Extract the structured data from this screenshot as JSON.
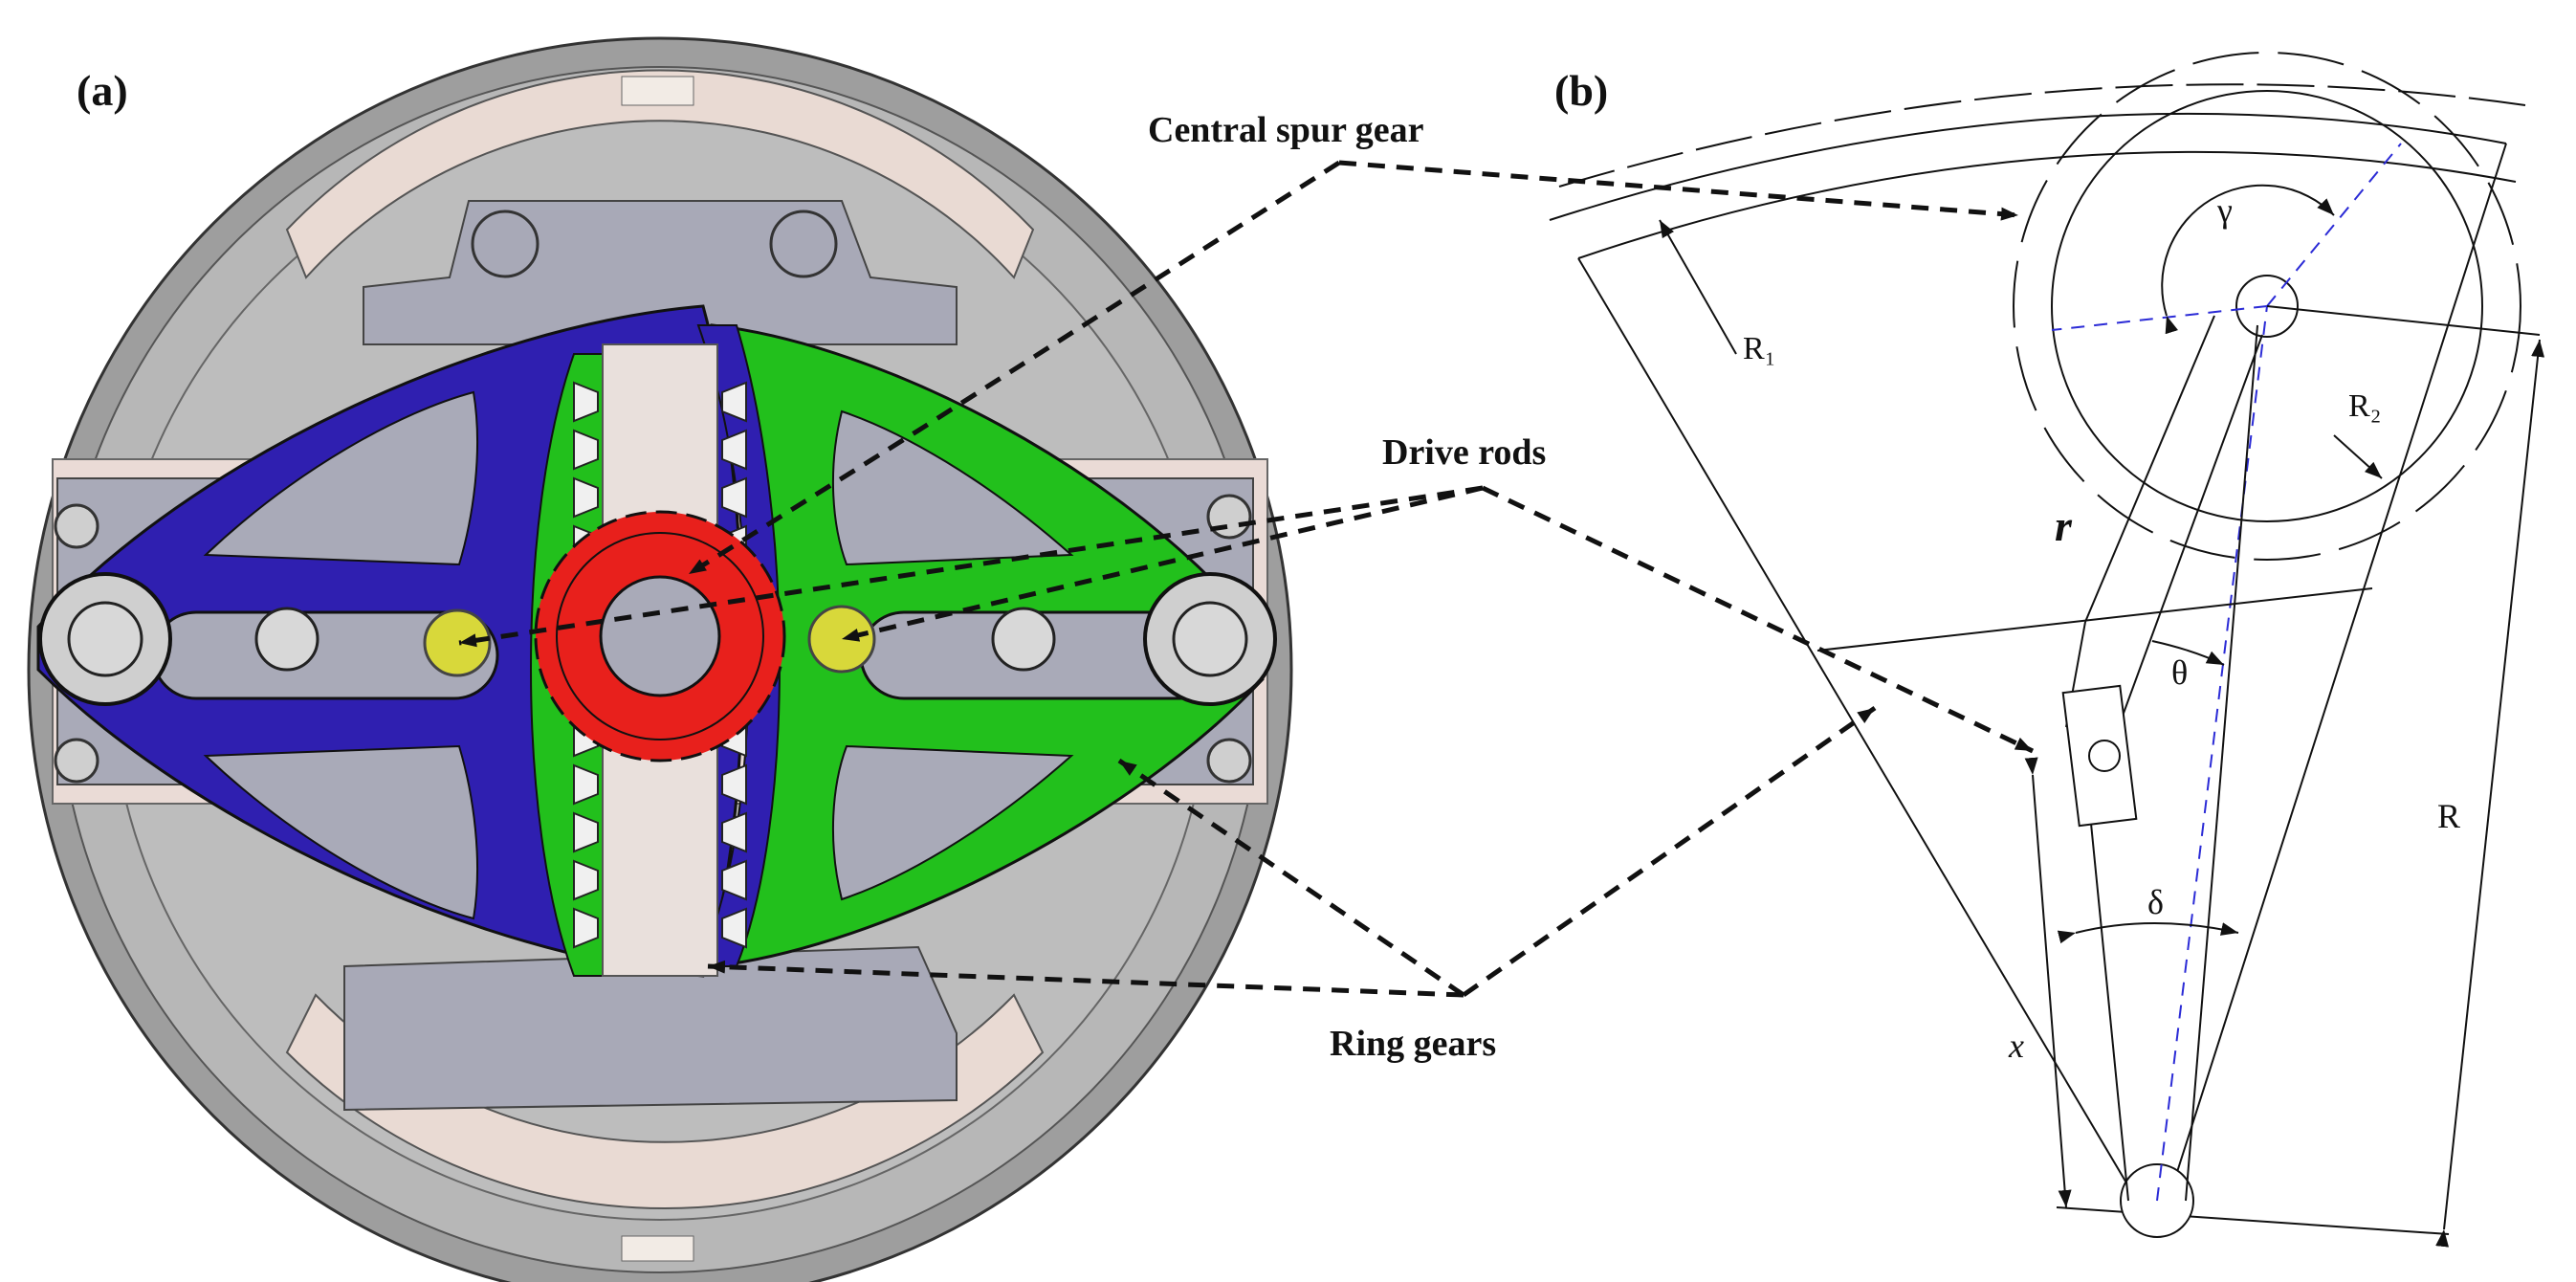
{
  "panels": {
    "a_label": "(a)",
    "b_label": "(b)"
  },
  "callouts": {
    "central_spur_gear": "Central spur gear",
    "drive_rods": "Drive rods",
    "ring_gears": "Ring gears"
  },
  "symbols": {
    "gamma": "γ",
    "R1": "R₁",
    "R2": "R₂",
    "r": "r",
    "theta": "θ",
    "delta": "δ",
    "R": "R",
    "x": "x"
  },
  "colors": {
    "left_ring_gear": "#2f1fb0",
    "right_ring_gear": "#22c01c",
    "central_spur_gear": "#e8201c",
    "drive_rod_pin": "#d8d83a",
    "housing": "#b4b4b4",
    "slider_plate": "#eadbd6",
    "blocks": "#a9aab8"
  }
}
